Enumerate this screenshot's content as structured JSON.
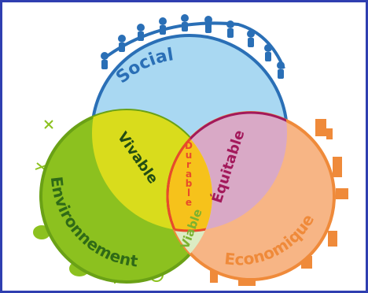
{
  "diagram": {
    "circles": {
      "social": {
        "label": "Social",
        "fill": "#a9d8f2",
        "stroke": "#2a6fb6",
        "label_color": "#2a6fb6"
      },
      "environment": {
        "label": "Environnement",
        "fill": "#8cc11f",
        "stroke": "#6aa116",
        "label_color": "#2f6a17"
      },
      "economic": {
        "label": "Economique",
        "fill": "#f7b585",
        "stroke": "#ef8a3a",
        "label_color": "#ef8a3a"
      }
    },
    "overlaps": {
      "social_environment": {
        "label": "Vivable",
        "fill": "#d9dc1c",
        "label_color": "#234d14"
      },
      "social_economic": {
        "label": "Équitable",
        "fill": "#d9a9c6",
        "stroke": "#a3195b",
        "label_color": "#a3195b"
      },
      "environment_economic": {
        "label": "Viable",
        "fill": "#dcecc3",
        "label_color": "#7bb22f"
      },
      "center": {
        "label": "Durable",
        "fill": "#f6c21b",
        "stroke": "#e84b2a",
        "label_color": "#e84b2a"
      }
    },
    "frame_color": "#2f3fb0"
  }
}
